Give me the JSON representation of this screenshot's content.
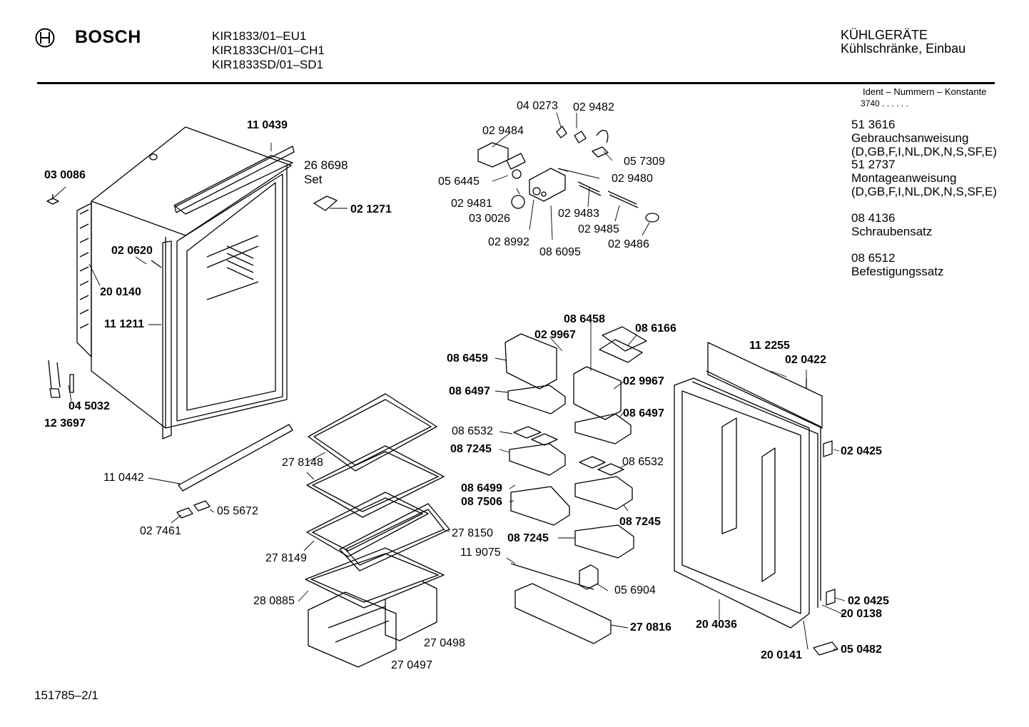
{
  "header": {
    "brand": "BOSCH",
    "models": [
      "KIR1833/01–EU1",
      "KIR1833CH/01–CH1",
      "KIR1833SD/01–SD1"
    ],
    "category": "KÜHLGERÄTE",
    "subcategory": "Kühlschränke, Einbau"
  },
  "sidebar": {
    "ident_label": "Ident – Nummern – Konstante",
    "ident_value": "3740  .  .  .  .  .  .",
    "items": [
      {
        "number": "51 3616",
        "text": "Gebrauchsanweisung",
        "detail": "(D,GB,F,I,NL,DK,N,S,SF,E)"
      },
      {
        "number": "51 2737",
        "text": "Montageanweisung",
        "detail": "(D,GB,F,I,NL,DK,N,S,SF,E)"
      },
      {
        "number": "08 4136",
        "text": "Schraubensatz"
      },
      {
        "number": "08 6512",
        "text": "Befestigungssatz"
      }
    ]
  },
  "footer": {
    "drawing_id": "151785–2/1"
  },
  "parts": {
    "p110439": "11 0439",
    "p030086": "03 0086",
    "p268698": "26 8698",
    "set": "Set",
    "p021271": "02 1271",
    "p020620": "02 0620",
    "p200140": "20 0140",
    "p111211": "11 1211",
    "p045032": "04 5032",
    "p123697": "12 3697",
    "p110442": "11 0442",
    "p055672": "05 5672",
    "p027461": "02 7461",
    "p040273": "04 0273",
    "p029482": "02 9482",
    "p029484": "02 9484",
    "p057309": "05 7309",
    "p056445": "05 6445",
    "p029480": "02 9480",
    "p029481": "02 9481",
    "p030026": "03 0026",
    "p029483": "02 9483",
    "p029485": "02 9485",
    "p028992": "02 8992",
    "p086095": "08 6095",
    "p029486": "02 9486",
    "p086458": "08 6458",
    "p029967a": "02 9967",
    "p086166": "08 6166",
    "p086459": "08 6459",
    "p029967b": "02 9967",
    "p086497a": "08 6497",
    "p086497b": "08 6497",
    "p086532a": "08 6532",
    "p087245a": "08 7245",
    "p086532b": "08 6532",
    "p086499": "08 6499",
    "p087506": "08 7506",
    "p087245b": "08 7245",
    "p087245c": "08 7245",
    "p119075": "11 9075",
    "p056904": "05 6904",
    "p270816": "27 0816",
    "p278148": "27 8148",
    "p278150": "27 8150",
    "p278149": "27 8149",
    "p280885": "28 0885",
    "p270498": "27 0498",
    "p270497": "27 0497",
    "p112255": "11 2255",
    "p020422": "02 0422",
    "p020425a": "02 0425",
    "p020425b": "02 0425",
    "p200138": "20 0138",
    "p204036": "20 4036",
    "p200141": "20 0141",
    "p050482": "05 0482"
  }
}
